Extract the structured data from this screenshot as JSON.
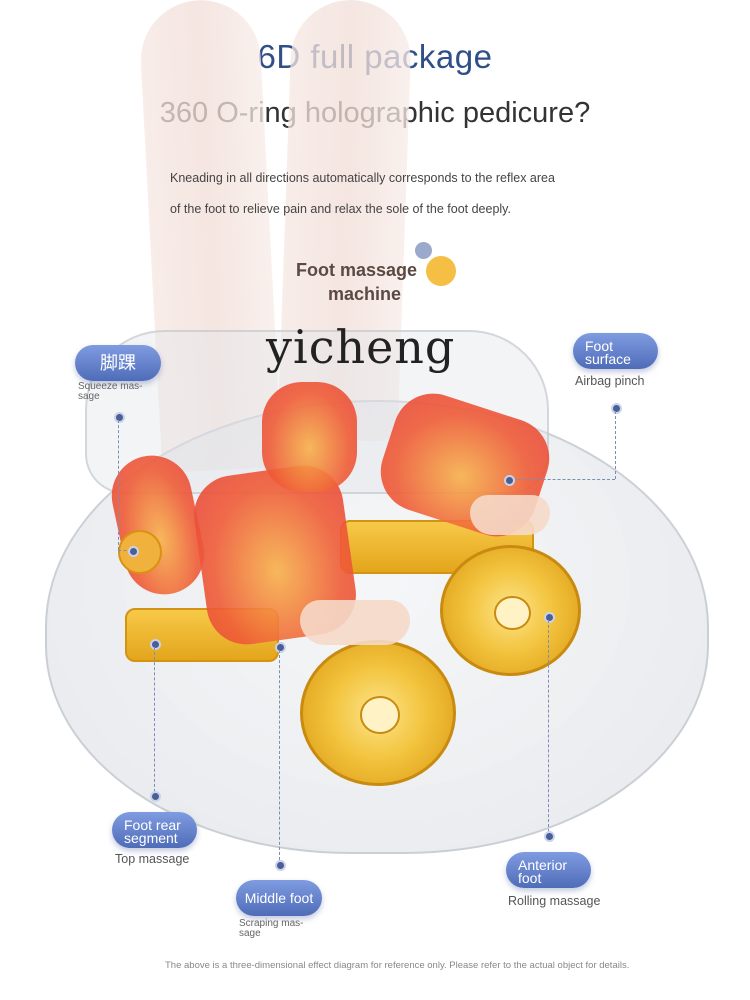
{
  "header": {
    "title": "6D full package",
    "subtitle": "360 O-ring holographic pedicure?",
    "description_line1": "Kneading in all directions automatically corresponds to the reflex area",
    "description_line2": "of the foot to relieve pain and relax the sole of the foot deeply."
  },
  "logo": {
    "line1": "Foot massage",
    "line2": "machine",
    "dot_colors": [
      "#9aa9cc",
      "#f5bf45"
    ]
  },
  "watermark": "yicheng",
  "callouts": {
    "ankle": {
      "label": "脚踝",
      "caption_line1": "Squeeze mas-",
      "caption_line2": "sage"
    },
    "foot_surface": {
      "label_line1": "Foot",
      "label_line2": "surface",
      "caption": "Airbag pinch"
    },
    "rear": {
      "label_line1": "Foot rear",
      "label_line2": "segment",
      "caption": "Top massage"
    },
    "middle": {
      "label": "Middle foot",
      "caption_line1": "Scraping mas-",
      "caption_line2": "sage"
    },
    "anterior": {
      "label_line1": "Anterior",
      "label_line2": "foot",
      "caption": "Rolling massage"
    }
  },
  "footnote": "The above is a three-dimensional effect diagram for reference only. Please refer to the actual object for details.",
  "colors": {
    "title": "#2f4f86",
    "pill_accent": "#5b78c4",
    "airbag": "#ef5b37",
    "roller": "#f3c43f"
  }
}
